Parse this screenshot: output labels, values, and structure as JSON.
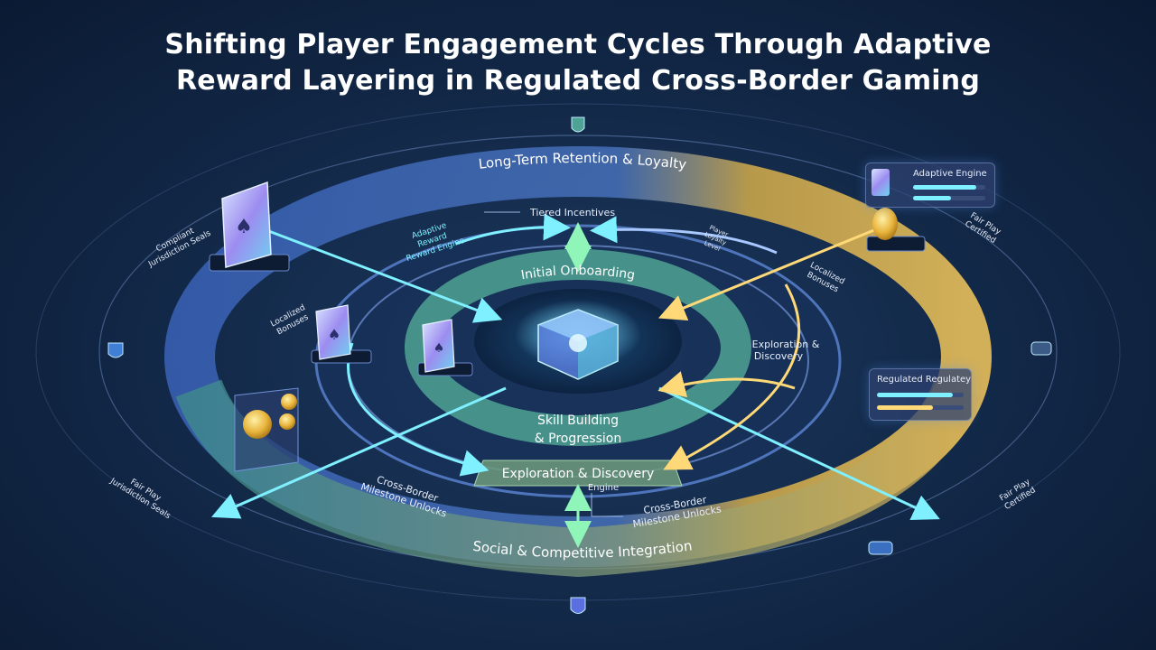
{
  "title": {
    "line1": "Shifting Player Engagement Cycles Through Adaptive",
    "line2": "Reward Layering in Regulated Cross-Border Gaming"
  },
  "rings": {
    "outer_top": "Long-Term Retention & Loyalty",
    "outer_bottom": "Social & Competitive Integration",
    "inner_top": "Initial Onboarding",
    "middle_center_line1": "Skill Building",
    "middle_center_line2": "& Progression",
    "exploration_label": "Exploration & Discovery",
    "exploration_sublabel": "Engine"
  },
  "labels": {
    "tiered_incentives": "Tiered Incentives",
    "adaptive_reward_1": "Adaptive",
    "adaptive_reward_2": "Reward",
    "adaptive_reward_3": "Reward Engine",
    "localized_bonuses_left_1": "Localized",
    "localized_bonuses_left_2": "Bonuses",
    "localized_bonuses_right_1": "Localized",
    "localized_bonuses_right_2": "Bonuses",
    "exploration_right_1": "Exploration &",
    "exploration_right_2": "Discovery",
    "cross_border_left_1": "Cross-Border",
    "cross_border_left_2": "Milestone Unlocks",
    "cross_border_right_1": "Cross-Border",
    "cross_border_right_2": "Milestone Unlocks",
    "compliant_1": "Compliant",
    "compliant_2": "Jurisdiction Seals",
    "fairplay_left_1": "Fair Play",
    "fairplay_left_2": "Jurisdiction Seals",
    "fairplay_right_top_1": "Fair Play",
    "fairplay_right_top_2": "Certified",
    "fairplay_right_bottom_1": "Fair Play",
    "fairplay_right_bottom_2": "Certified",
    "small_right_1": "Player",
    "small_right_2": "Loyalty",
    "small_right_3": "Level"
  },
  "panels": {
    "adaptive_engine": "Adaptive Engine",
    "regulated_regulatory": "Regulated Regulatey"
  },
  "colors": {
    "background": "#132a4a",
    "ring_blue": "#4a72c8",
    "ring_gold": "#d9b456",
    "ring_teal": "#3f9a8c",
    "arrow_cyan": "#7ff0ff",
    "arrow_gold": "#ffd978",
    "arrow_green": "#8ff5b8"
  },
  "icons": [
    "card-icon",
    "coin-icon",
    "crystal-icon",
    "shield-icon",
    "badge-icon"
  ]
}
